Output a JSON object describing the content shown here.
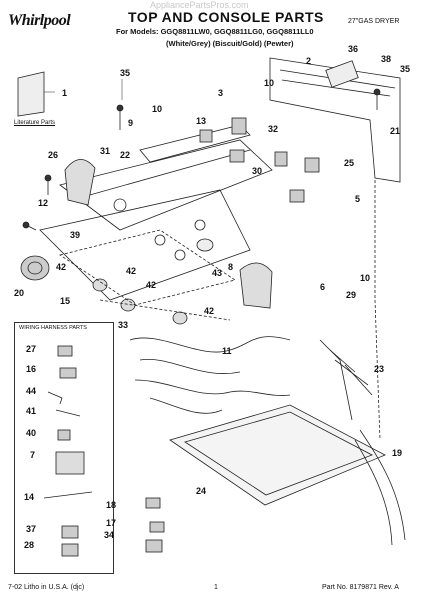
{
  "header": {
    "brand": "Whirlpool",
    "title": "TOP AND CONSOLE PARTS",
    "watermark": "AppliancePartsPros.com",
    "product": "27\"GAS DRYER",
    "models_line": "For Models: GGQ8811LW0, GGQ8811LG0, GGQ8811LL0",
    "colors_line": "(White/Grey)    (Biscuit/Gold)     (Pewter)"
  },
  "literature_label": "Literature Parts",
  "harness_title": "WIRING HARNESS PARTS",
  "footer": {
    "left": "7-02 Litho in U.S.A. (djc)",
    "center": "1",
    "right": "Part No. 8179871 Rev. A"
  },
  "callouts": {
    "c1": "1",
    "c2": "2",
    "c3": "3",
    "c5": "5",
    "c6": "6",
    "c7": "7",
    "c8": "8",
    "c9": "9",
    "c10a": "10",
    "c10b": "10",
    "c10c": "10",
    "c11": "11",
    "c12": "12",
    "c13": "13",
    "c14": "14",
    "c15": "15",
    "c16": "16",
    "c17": "17",
    "c18": "18",
    "c19": "19",
    "c20": "20",
    "c21": "21",
    "c22": "22",
    "c23": "23",
    "c24": "24",
    "c25": "25",
    "c26": "26",
    "c27": "27",
    "c28": "28",
    "c29": "29",
    "c30": "30",
    "c31": "31",
    "c32": "32",
    "c33": "33",
    "c34": "34",
    "c35a": "35",
    "c35b": "35",
    "c36": "36",
    "c37": "37",
    "c38": "38",
    "c39": "39",
    "c40": "40",
    "c41": "41",
    "c42a": "42",
    "c42b": "42",
    "c42c": "42",
    "c42d": "42",
    "c43": "43",
    "c44": "44"
  }
}
